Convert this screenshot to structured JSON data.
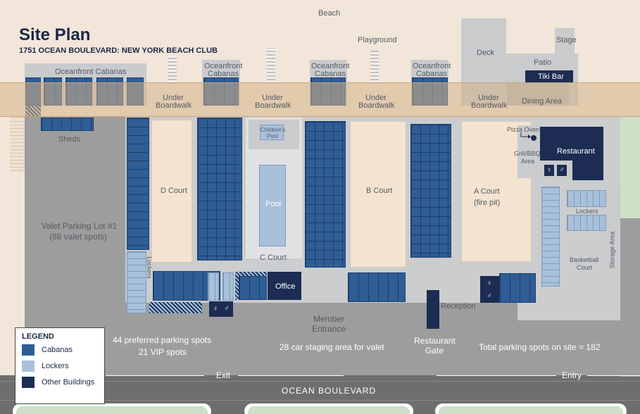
{
  "title": "Site Plan",
  "subtitle": "1751 OCEAN BOULEVARD: NEW YORK BEACH CLUB",
  "labels": {
    "beach": "Beach",
    "playground": "Playground",
    "deck": "Deck",
    "stage": "Stage",
    "patio": "Patio",
    "tiki_bar": "Tiki Bar",
    "oceanfront_cabanas": "Oceanfront Cabanas",
    "oceanfront": "Oceanfront",
    "cabanas": "Cabanas",
    "under": "Under",
    "boardwalk": "Boardwalk",
    "dining_area": "Dining Area",
    "sheds": "Sheds",
    "childrens": "Children's",
    "pool_small": "Pool",
    "pizza_oven": "Pizza Oven",
    "grill_bbq": "Grill/BBQ",
    "area": "Area",
    "restaurant": "Restaurant",
    "d_court": "D Court",
    "b_court": "B Court",
    "a_court": "A Court",
    "fire_pit": "(fire pit)",
    "pool": "Pool",
    "c_court": "C Court",
    "office": "Office",
    "lockers": "Lockers",
    "basketball": "Basketball",
    "court": "Court",
    "storage_area": "Storage Area",
    "valet_lot": "Valet Parking Lot #1",
    "valet_spots": "(88 valet spots)",
    "reception": "Reception",
    "member": "Member",
    "entrance": "Entrance",
    "preferred": "44 preferred parking spots",
    "vip": "21 VIP spots",
    "staging": "28 car staging area for valet",
    "restaurant_gate_1": "Restaurant",
    "restaurant_gate_2": "Gate",
    "total_parking": "Total parking spots on site = 182",
    "exit": "Exit",
    "entry": "Entry",
    "ocean_boulevard": "OCEAN BOULEVARD"
  },
  "legend": {
    "title": "LEGEND",
    "items": [
      {
        "label": "Cabanas",
        "color": "#2f5d95"
      },
      {
        "label": "Lockers",
        "color": "#a9c0da"
      },
      {
        "label": "Other Buildings",
        "color": "#1c2c52"
      }
    ]
  },
  "colors": {
    "beach": "#f1e6d9",
    "boardwalk": "#e3c9ad",
    "parking": "#9d9d9d",
    "road": "#6e6e6e",
    "grass": "#cde0c8",
    "cabanas": "#2f5d95",
    "lockers": "#a9c0da",
    "other_buildings": "#1c2c52"
  }
}
